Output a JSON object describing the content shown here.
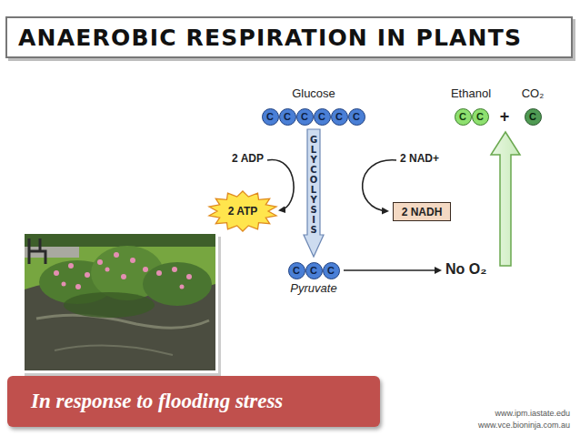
{
  "diagram": {
    "title": "ANAEROBIC RESPIRATION IN PLANTS",
    "nodes": [
      {
        "text": [
          "C"
        ]
      },
      {
        "text": [
          "C"
        ]
      },
      {
        "text": [
          "C"
        ]
      },
      {
        "text": [
          "C"
        ]
      },
      {
        "text": [
          "C"
        ]
      },
      {
        "text": [
          "C"
        ]
      },
      {
        "text": [
          "C"
        ]
      },
      {
        "text": [
          "C"
        ]
      },
      {
        "text": [
          "C"
        ]
      },
      {
        "text": [
          "GLYCOLYSIS"
        ]
      },
      {
        "text": [
          "2 ATP"
        ]
      },
      {
        "text": [
          "2 NADH"
        ]
      },
      {
        "text": [
          "C"
        ]
      },
      {
        "text": [
          "C"
        ]
      },
      {
        "text": [
          "C"
        ]
      },
      {
        "text": [
          "In response to flooding stress"
        ]
      }
    ],
    "labels": [
      "Glucose",
      "Ethanol",
      "CO₂",
      "+",
      "2 ADP",
      "2 NAD+",
      "Pyruvate",
      "No O₂",
      "www.ipm.iastate.edu",
      "www.vce.bioninja.com.au"
    ]
  }
}
